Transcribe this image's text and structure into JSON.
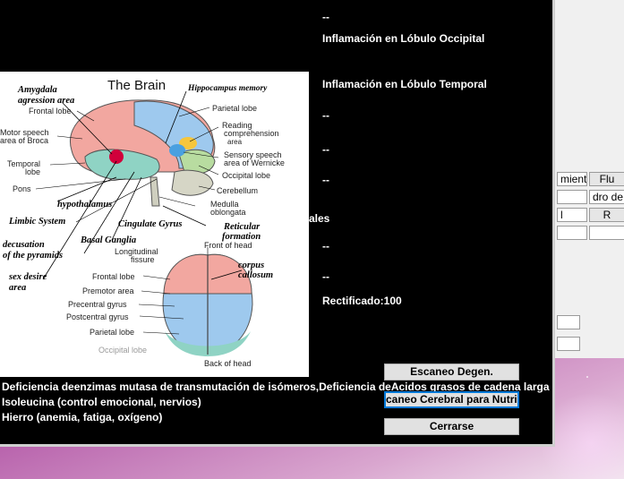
{
  "background_window": {
    "row1": [
      "mient",
      "Flu"
    ],
    "row2": [
      "",
      "dro de"
    ],
    "row3": [
      "l",
      "R"
    ]
  },
  "brain_image": {
    "title": "The Brain",
    "printed_labels": {
      "frontal_lobe": "Frontal lobe",
      "motor_speech": "Motor speech",
      "area_broca": "area of Broca",
      "temporal": "Temporal",
      "lobe": "lobe",
      "pons": "Pons",
      "parietal_lobe": "Parietal lobe",
      "reading": "Reading",
      "comprehension": "comprehension",
      "area": "area",
      "sensory_speech": "Sensory speech",
      "wernicke": "area of Wernicke",
      "occipital_lobe": "Occipital lobe",
      "cerebellum": "Cerebellum",
      "medulla": "Medulla",
      "oblongata": "oblongata",
      "longitudinal": "Longitudinal",
      "fissure": "fissure",
      "front_of_head": "Front of head",
      "frontal_lobe2": "Frontal lobe",
      "premotor_area": "Premotor area",
      "precentral": "Precentral gyrus",
      "postcentral": "Postcentral gyrus",
      "parietal_lobe2": "Parietal lobe",
      "occipital_lobe2": "Occipital lobe",
      "back_of_head": "Back of head"
    },
    "handwritten_labels": {
      "amygdala": "Amygdala",
      "agression": "agression area",
      "hippocampus": "Hippocampus memory",
      "hypothalamus": "hypothalamus",
      "limbic": "Limbic System",
      "cingulate": "Cingulate Gyrus",
      "reticular": "Reticular",
      "formation": "formation",
      "decusation": "decusation",
      "pyramids": "of the pyramids",
      "basal": "Basal Ganglia",
      "corpus": "corpus",
      "callosum": "callosum",
      "sex_desire": "sex desire",
      "area_hw": "area"
    }
  },
  "info_column": [
    "--",
    "Inflamación en Lóbulo Occipital",
    "Inflamación en Lóbulo Temporal",
    "--",
    "--",
    "--",
    "--",
    "--",
    "Rectificado:100"
  ],
  "cut_label": "ales",
  "bottom_text": [
    "Deficiencia deenzimas mutasa de transmutación de isómeros,Deficiencia deAcidos grasos de cadena larga",
    "Isoleucina (control emocional, nervios)",
    "Hierro (anemia, fatiga, oxígeno)"
  ],
  "buttons": {
    "scan_degen": "Escaneo Degen.",
    "scan_nutri": "caneo Cerebral para Nutric",
    "close": "Cerrarse"
  }
}
